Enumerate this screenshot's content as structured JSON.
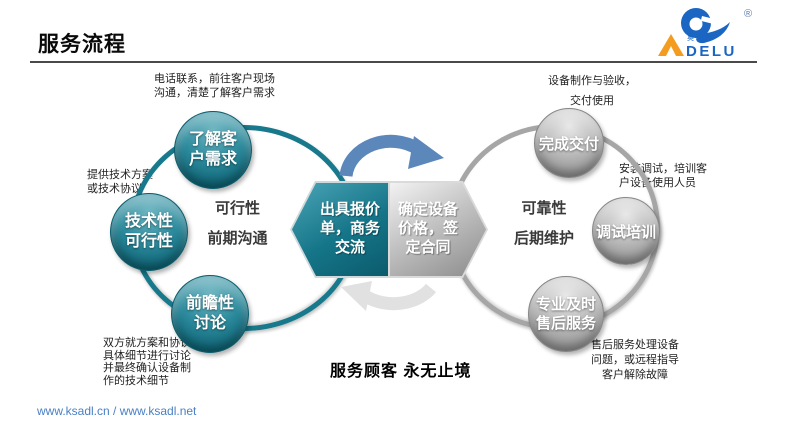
{
  "header": {
    "title": "服务流程"
  },
  "logo": {
    "cn": "奥德鲁",
    "delu": "DELU",
    "reg": "®"
  },
  "left_cycle": {
    "label": "可行性\n前期沟通",
    "node_top": "了解客\n户需求",
    "node_left": "技术性\n可行性",
    "node_bottom": "前瞻性\n讨论",
    "anno_top": "电话联系，前往客户现场\n沟通，清楚了解客户需求",
    "anno_left": "提供技术方案\n或技术协议",
    "anno_bottom": "双方就方案和协议\n具体细节进行讨论\n并最终确认设备制\n作的技术细节"
  },
  "center": {
    "quote_step": "出具报价\n单，商务\n交流",
    "contract_step": "确定设备\n价格，签\n定合同"
  },
  "right_cycle": {
    "label": "可靠性\n后期维护",
    "node_top": "完成交付",
    "node_right": "调试培训",
    "node_bottom": "专业及时\n售后服务",
    "anno_top": "设备制作与验收，\n交付使用",
    "anno_right": "安装调试，培训客\n户设备使用人员",
    "anno_bottom": "售后服务处理设备\n问题，或远程指导\n客户解除故障"
  },
  "footer": {
    "slogan": "服务顾客  永无止境",
    "urls": "www.ksadl.cn / www.ksadl.net"
  },
  "colors": {
    "teal": "#17798b",
    "silver": "#a6a6a6",
    "arrow_blue": "#5b87bb",
    "arrow_gray": "#e1e1e1",
    "link_blue": "#4a80c4",
    "logo_blue": "#1a66c2",
    "logo_orange": "#f39c1f"
  }
}
